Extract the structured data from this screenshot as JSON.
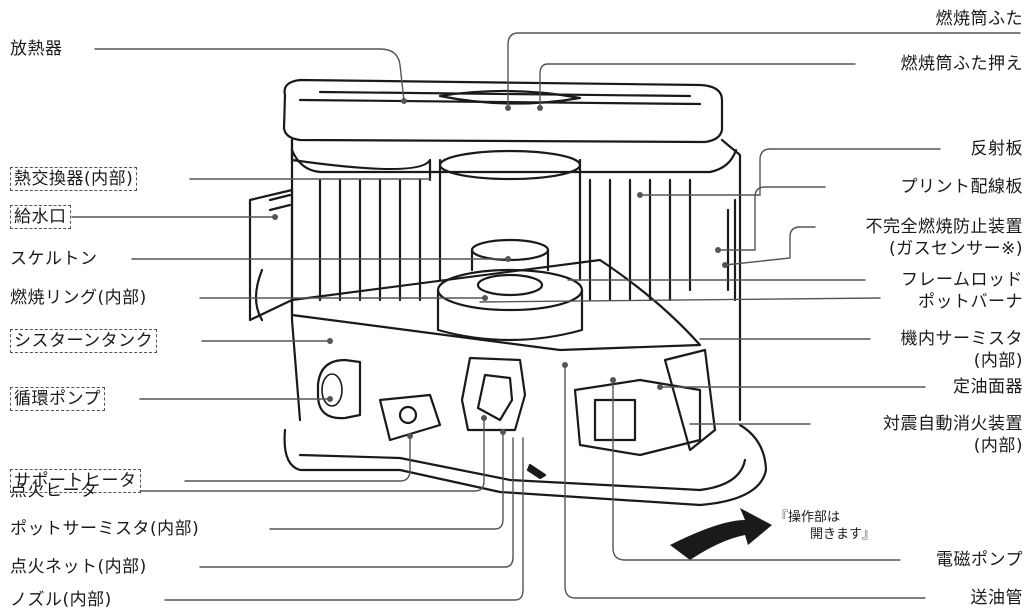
{
  "labels_left": {
    "heat_radiator": "放熱器",
    "heat_exchanger": "熱交換器(内部)",
    "water_inlet": "給水口",
    "skeleton": "スケルトン",
    "combustion_ring": "燃焼リング(内部)",
    "cistern_tank": "シスターンタンク",
    "circulation_pump": "循環ポンプ",
    "support_heater": "サポートヒータ",
    "ignition_heater": "点火ヒータ",
    "pot_thermistor": "ポットサーミスタ(内部)",
    "ignition_net": "点火ネット(内部)",
    "nozzle": "ノズル(内部)"
  },
  "labels_right": {
    "combustion_cover": "燃焼筒ふた",
    "combustion_cover_holder": "燃焼筒ふた押え",
    "reflector": "反射板",
    "printed_board": "プリント配線板",
    "incomplete_combustion_1": "不完全燃焼防止装置",
    "incomplete_combustion_2": "(ガスセンサー※)",
    "flame_rod": "フレームロッド",
    "pot_burner": "ポットバーナ",
    "internal_thermistor_1": "機内サーミスタ",
    "internal_thermistor_2": "(内部)",
    "oil_level_device": "定油面器",
    "seismic_device_1": "対震自動消火装置",
    "seismic_device_2": "(内部)",
    "solenoid_pump": "電磁ポンプ",
    "oil_pipe": "送油管"
  },
  "note": {
    "line1": "『操作部は",
    "line2": "開きます』"
  }
}
